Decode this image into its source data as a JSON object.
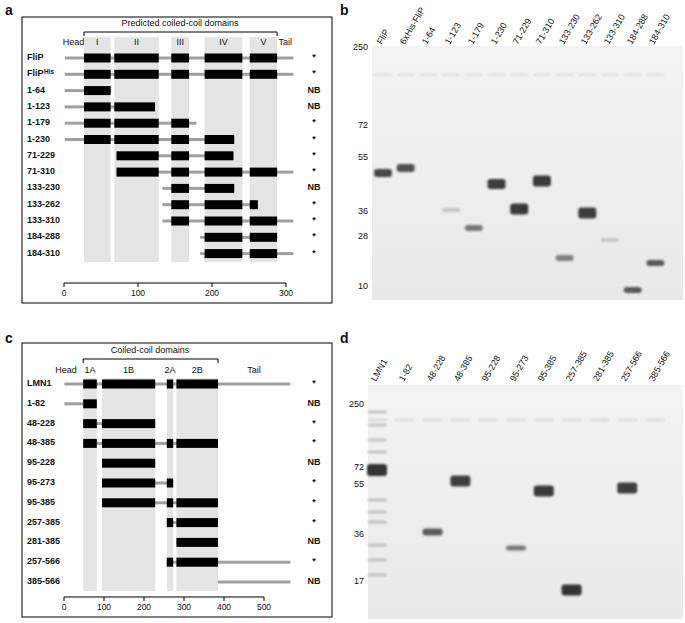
{
  "diagram": {
    "labels": [
      "a",
      "Predicted coiled-coil domains",
      "Head",
      "I",
      "II",
      "III",
      "IV",
      "V",
      "Tail",
      "FliP",
      "*",
      "FliP",
      "His",
      "*",
      "1-64",
      "NB",
      "1-123",
      "NB",
      "1-179",
      "*",
      "1-230",
      "*",
      "71-229",
      "*",
      "71-310",
      "*",
      "133-230",
      "NB",
      "133-262",
      "*",
      "133-310",
      "*",
      "184-288",
      "*",
      "184-310",
      "*",
      "0",
      "100",
      "200",
      "300",
      "b",
      "FliP",
      "6xHis-FliP",
      "1-64",
      "1-123",
      "1-179",
      "1-230",
      "71-229",
      "71-310",
      "133-230",
      "133-262",
      "133-310",
      "184-288",
      "184-310",
      "250",
      "72",
      "55",
      "36",
      "28",
      "10",
      "c",
      "Coiled-coil domains",
      "Head",
      "1A",
      "1B",
      "2A",
      "2B",
      "Tail",
      "LMN1",
      "*",
      "1-82",
      "NB",
      "48-228",
      "*",
      "48-385",
      "*",
      "95-228",
      "NB",
      "95-273",
      "*",
      "95-385",
      "*",
      "257-385",
      "*",
      "281-385",
      "NB",
      "257-566",
      "*",
      "385-566",
      "NB",
      "0",
      "100",
      "200",
      "300",
      "400",
      "500",
      "d",
      "LMN1",
      "1-82",
      "48-228",
      "48-385",
      "95-228",
      "95-273",
      "95-385",
      "257-385",
      "281-385",
      "257-566",
      "385-566",
      "250",
      "72",
      "55",
      "36",
      "17"
    ]
  }
}
